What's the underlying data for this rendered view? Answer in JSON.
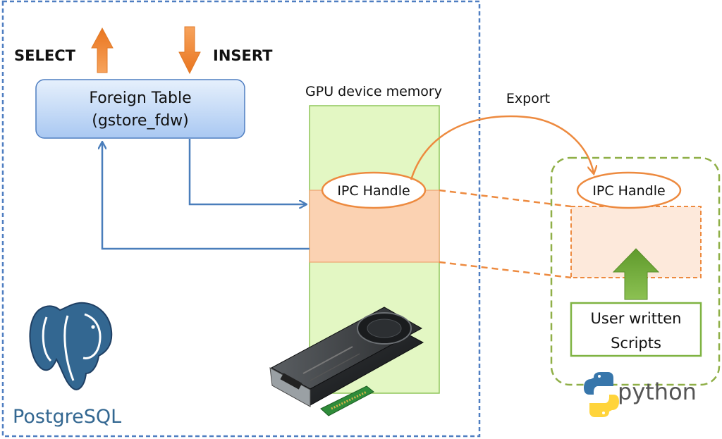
{
  "labels": {
    "select": "SELECT",
    "insert": "INSERT",
    "foreign_table_line1": "Foreign Table",
    "foreign_table_line2": "(gstore_fdw)",
    "gpu_memory": "GPU device memory",
    "export": "Export",
    "ipc_handle_gpu": "IPC Handle",
    "ipc_handle_python": "IPC Handle",
    "user_scripts_line1": "User written",
    "user_scripts_line2": "Scripts"
  },
  "logos": {
    "postgresql_text": "PostgreSQL",
    "python_text": "python"
  },
  "colors": {
    "postgres_border": "#4f7ec1",
    "python_border": "#8faf47",
    "gpu_memory_fill": "#e3f7c3",
    "gpu_memory_border": "#8fc55a",
    "ipc_region_fill": "#fbd2b2",
    "orange": "#ed8a3f",
    "blue_arrow": "#4a7ebb",
    "foreign_table_fill": "#c7dbf8",
    "green_arrow": "#6fa23a",
    "postgres_blue": "#336791",
    "python_blue": "#3776ab",
    "python_yellow": "#ffd43b"
  },
  "icons": {
    "select_arrow": "arrow-up-icon",
    "insert_arrow": "arrow-down-icon",
    "script_arrow": "arrow-up-icon",
    "gpu": "gpu-card-icon",
    "postgres_logo": "elephant-icon",
    "python_logo": "python-snakes-icon"
  }
}
